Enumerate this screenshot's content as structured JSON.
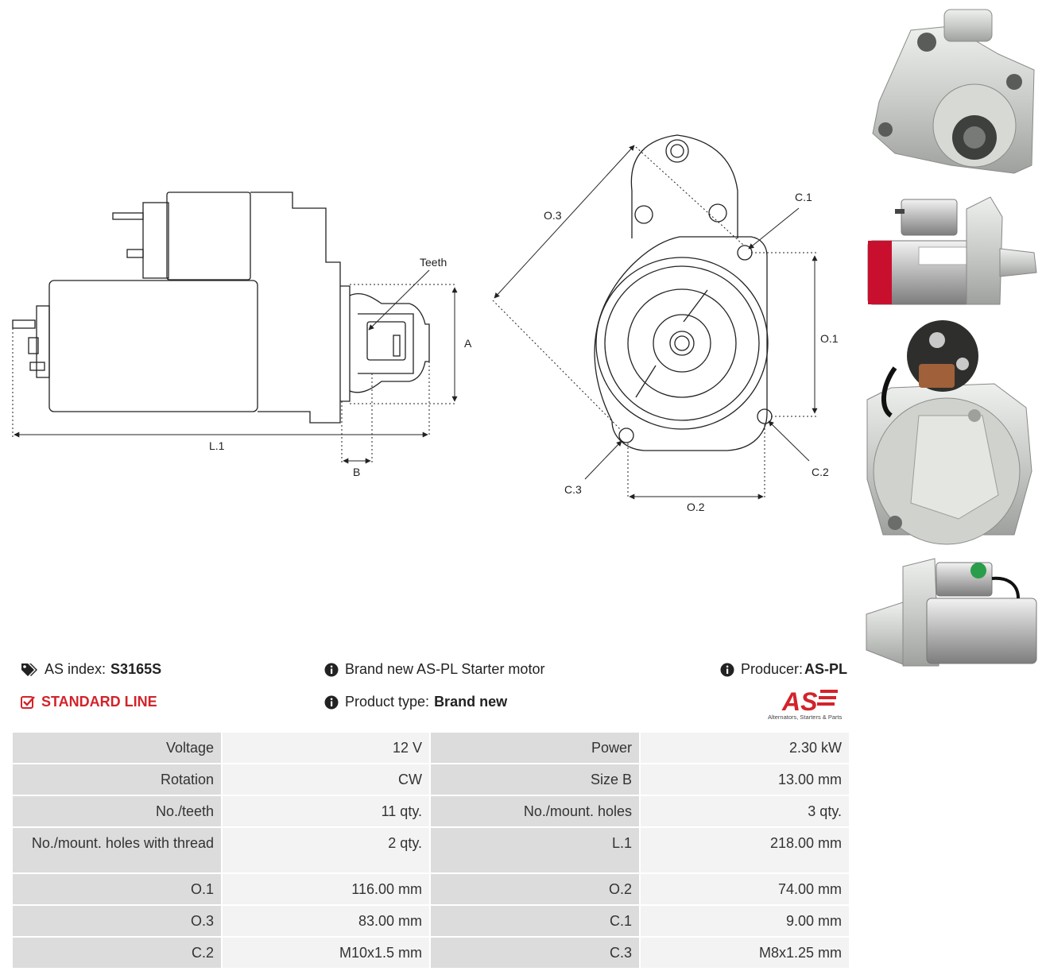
{
  "drawing_labels": {
    "teeth": "Teeth",
    "a": "A",
    "l1": "L.1",
    "b": "B",
    "o1": "O.1",
    "o2": "O.2",
    "o3": "O.3",
    "c1": "C.1",
    "c2": "C.2",
    "c3": "C.3"
  },
  "info": {
    "as_index_label": "AS index:",
    "as_index_value": "S3165S",
    "description": "Brand new AS-PL Starter motor",
    "producer_label": "Producer:",
    "producer_value": "AS-PL",
    "line": "STANDARD LINE",
    "product_type_label": "Product type:",
    "product_type_value": "Brand new",
    "logo_text": "AS",
    "logo_tagline": "Alternators, Starters & Parts"
  },
  "colors": {
    "accent": "#d3232a",
    "key_cell": "#dcdcdc",
    "value_cell": "#f3f3f3"
  },
  "icons": [
    "tags-icon",
    "check-square-icon",
    "info-icon"
  ],
  "specs": [
    [
      "Voltage",
      "12 V",
      "Power",
      "2.30 kW"
    ],
    [
      "Rotation",
      "CW",
      "Size B",
      "13.00 mm"
    ],
    [
      "No./teeth",
      "11 qty.",
      "No./mount. holes",
      "3 qty."
    ],
    [
      "No./mount. holes with thread",
      "2 qty.",
      "L.1",
      "218.00 mm"
    ],
    [
      "O.1",
      "116.00 mm",
      "O.2",
      "74.00 mm"
    ],
    [
      "O.3",
      "83.00 mm",
      "C.1",
      "9.00 mm"
    ],
    [
      "C.2",
      "M10x1.5 mm",
      "C.3",
      "M8x1.25 mm"
    ]
  ]
}
